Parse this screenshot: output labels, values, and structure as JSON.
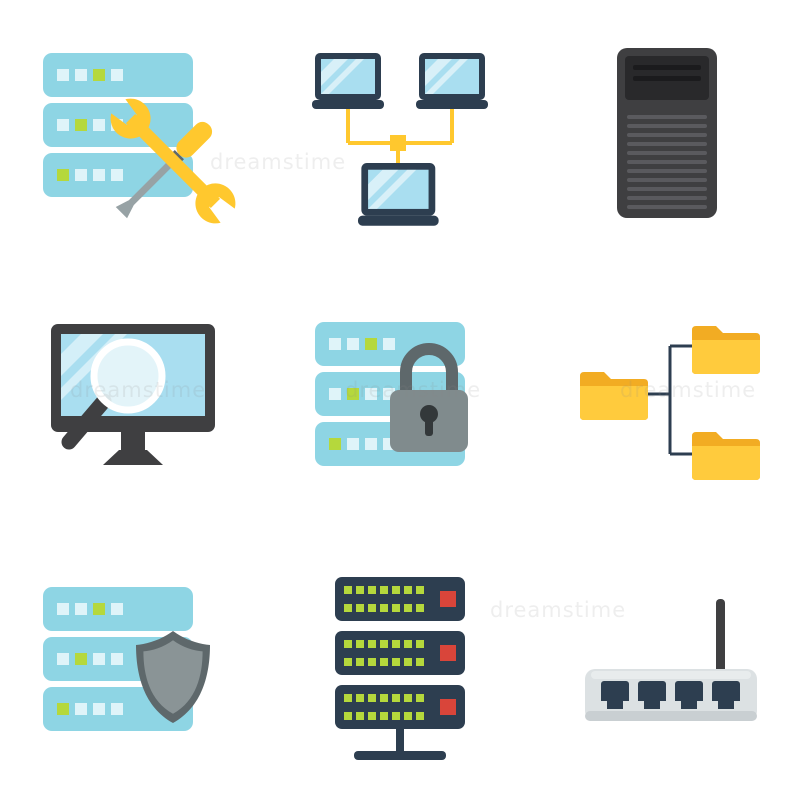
{
  "watermark": {
    "text": "dreamstime"
  },
  "icons": [
    {
      "name": "database-maintenance-icon",
      "label": "database maintenance"
    },
    {
      "name": "computer-network-icon",
      "label": "computer network"
    },
    {
      "name": "pc-tower-icon",
      "label": "computer system unit"
    },
    {
      "name": "search-monitor-icon",
      "label": "data search"
    },
    {
      "name": "database-lock-icon",
      "label": "data security"
    },
    {
      "name": "folder-tree-icon",
      "label": "folder structure"
    },
    {
      "name": "database-shield-icon",
      "label": "data protection"
    },
    {
      "name": "server-rack-icon",
      "label": "server equipment"
    },
    {
      "name": "router-icon",
      "label": "wifi router"
    }
  ],
  "colors": {
    "db-blue": "#8ED5E4",
    "db-square": "#DFF4F9",
    "green": "#B5D83C",
    "yellow": "#FFC82E",
    "navy": "#2D3E50",
    "screen-blue": "#A9DEF0",
    "dark": "#3F3F41",
    "panel-dark": "#29292B",
    "slot": "#1B1B1D",
    "vent": "#5A5A5E",
    "gray": "#808B8D",
    "deep-gray": "#5E686B",
    "shaft": "#97A2A5",
    "red": "#D9453A",
    "router-gray": "#DCE1E3",
    "router-top": "#E8ECED",
    "router-bottom": "#C9CFD2",
    "folder-dark": "#F2AC23",
    "folder-light": "#FFCB3D",
    "lens": "#E9F6FA",
    "shield-inner": "#8A9496",
    "keyhole": "#33383A",
    "watermark": "#8A8A8A"
  }
}
